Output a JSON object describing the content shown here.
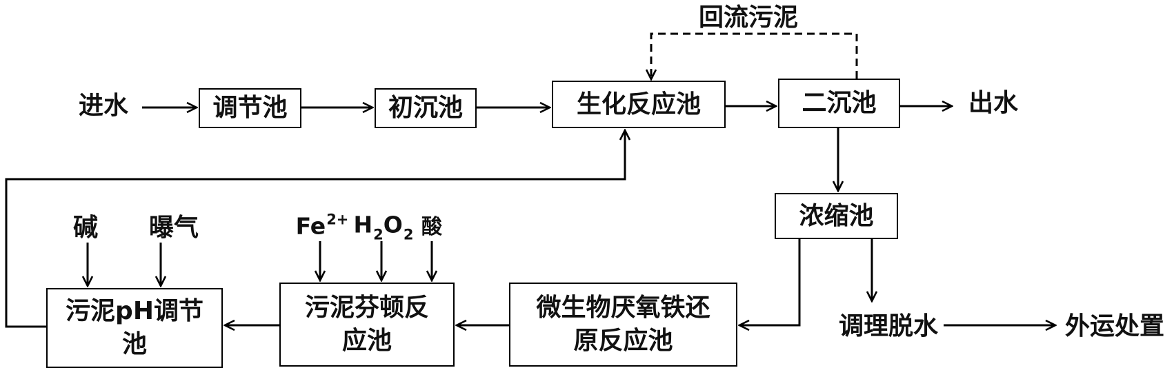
{
  "diagram": {
    "return_sludge_label": "回流污泥",
    "inflow_label": "进水",
    "effluent_label": "出水",
    "nodes": {
      "regulating_tank": "调节池",
      "primary_settling_tank": "初沉池",
      "biochemical_reaction_tank": "生化反应池",
      "secondary_settling_tank": "二沉池",
      "thickening_tank": "浓缩池",
      "microbial_anaerobic_iron_reduction_tank": {
        "line1": "微生物厌氧铁还",
        "line2": "原反应池"
      },
      "sludge_fenton_reaction_tank": {
        "line1": "污泥芬顿反",
        "line2": "应池"
      },
      "sludge_ph_adjustment_tank": {
        "line1": "污泥pH调节",
        "line2": "池"
      }
    },
    "inputs": {
      "alkali": "碱",
      "aeration": "曝气",
      "ferrous_ion": {
        "base": "Fe",
        "sup": "2+"
      },
      "hydrogen_peroxide": {
        "parts": [
          "H",
          "2",
          "O",
          "2"
        ]
      },
      "acid": "酸"
    },
    "conditioning_dewatering_label": "调理脱水",
    "disposal_label": "外运处置"
  }
}
